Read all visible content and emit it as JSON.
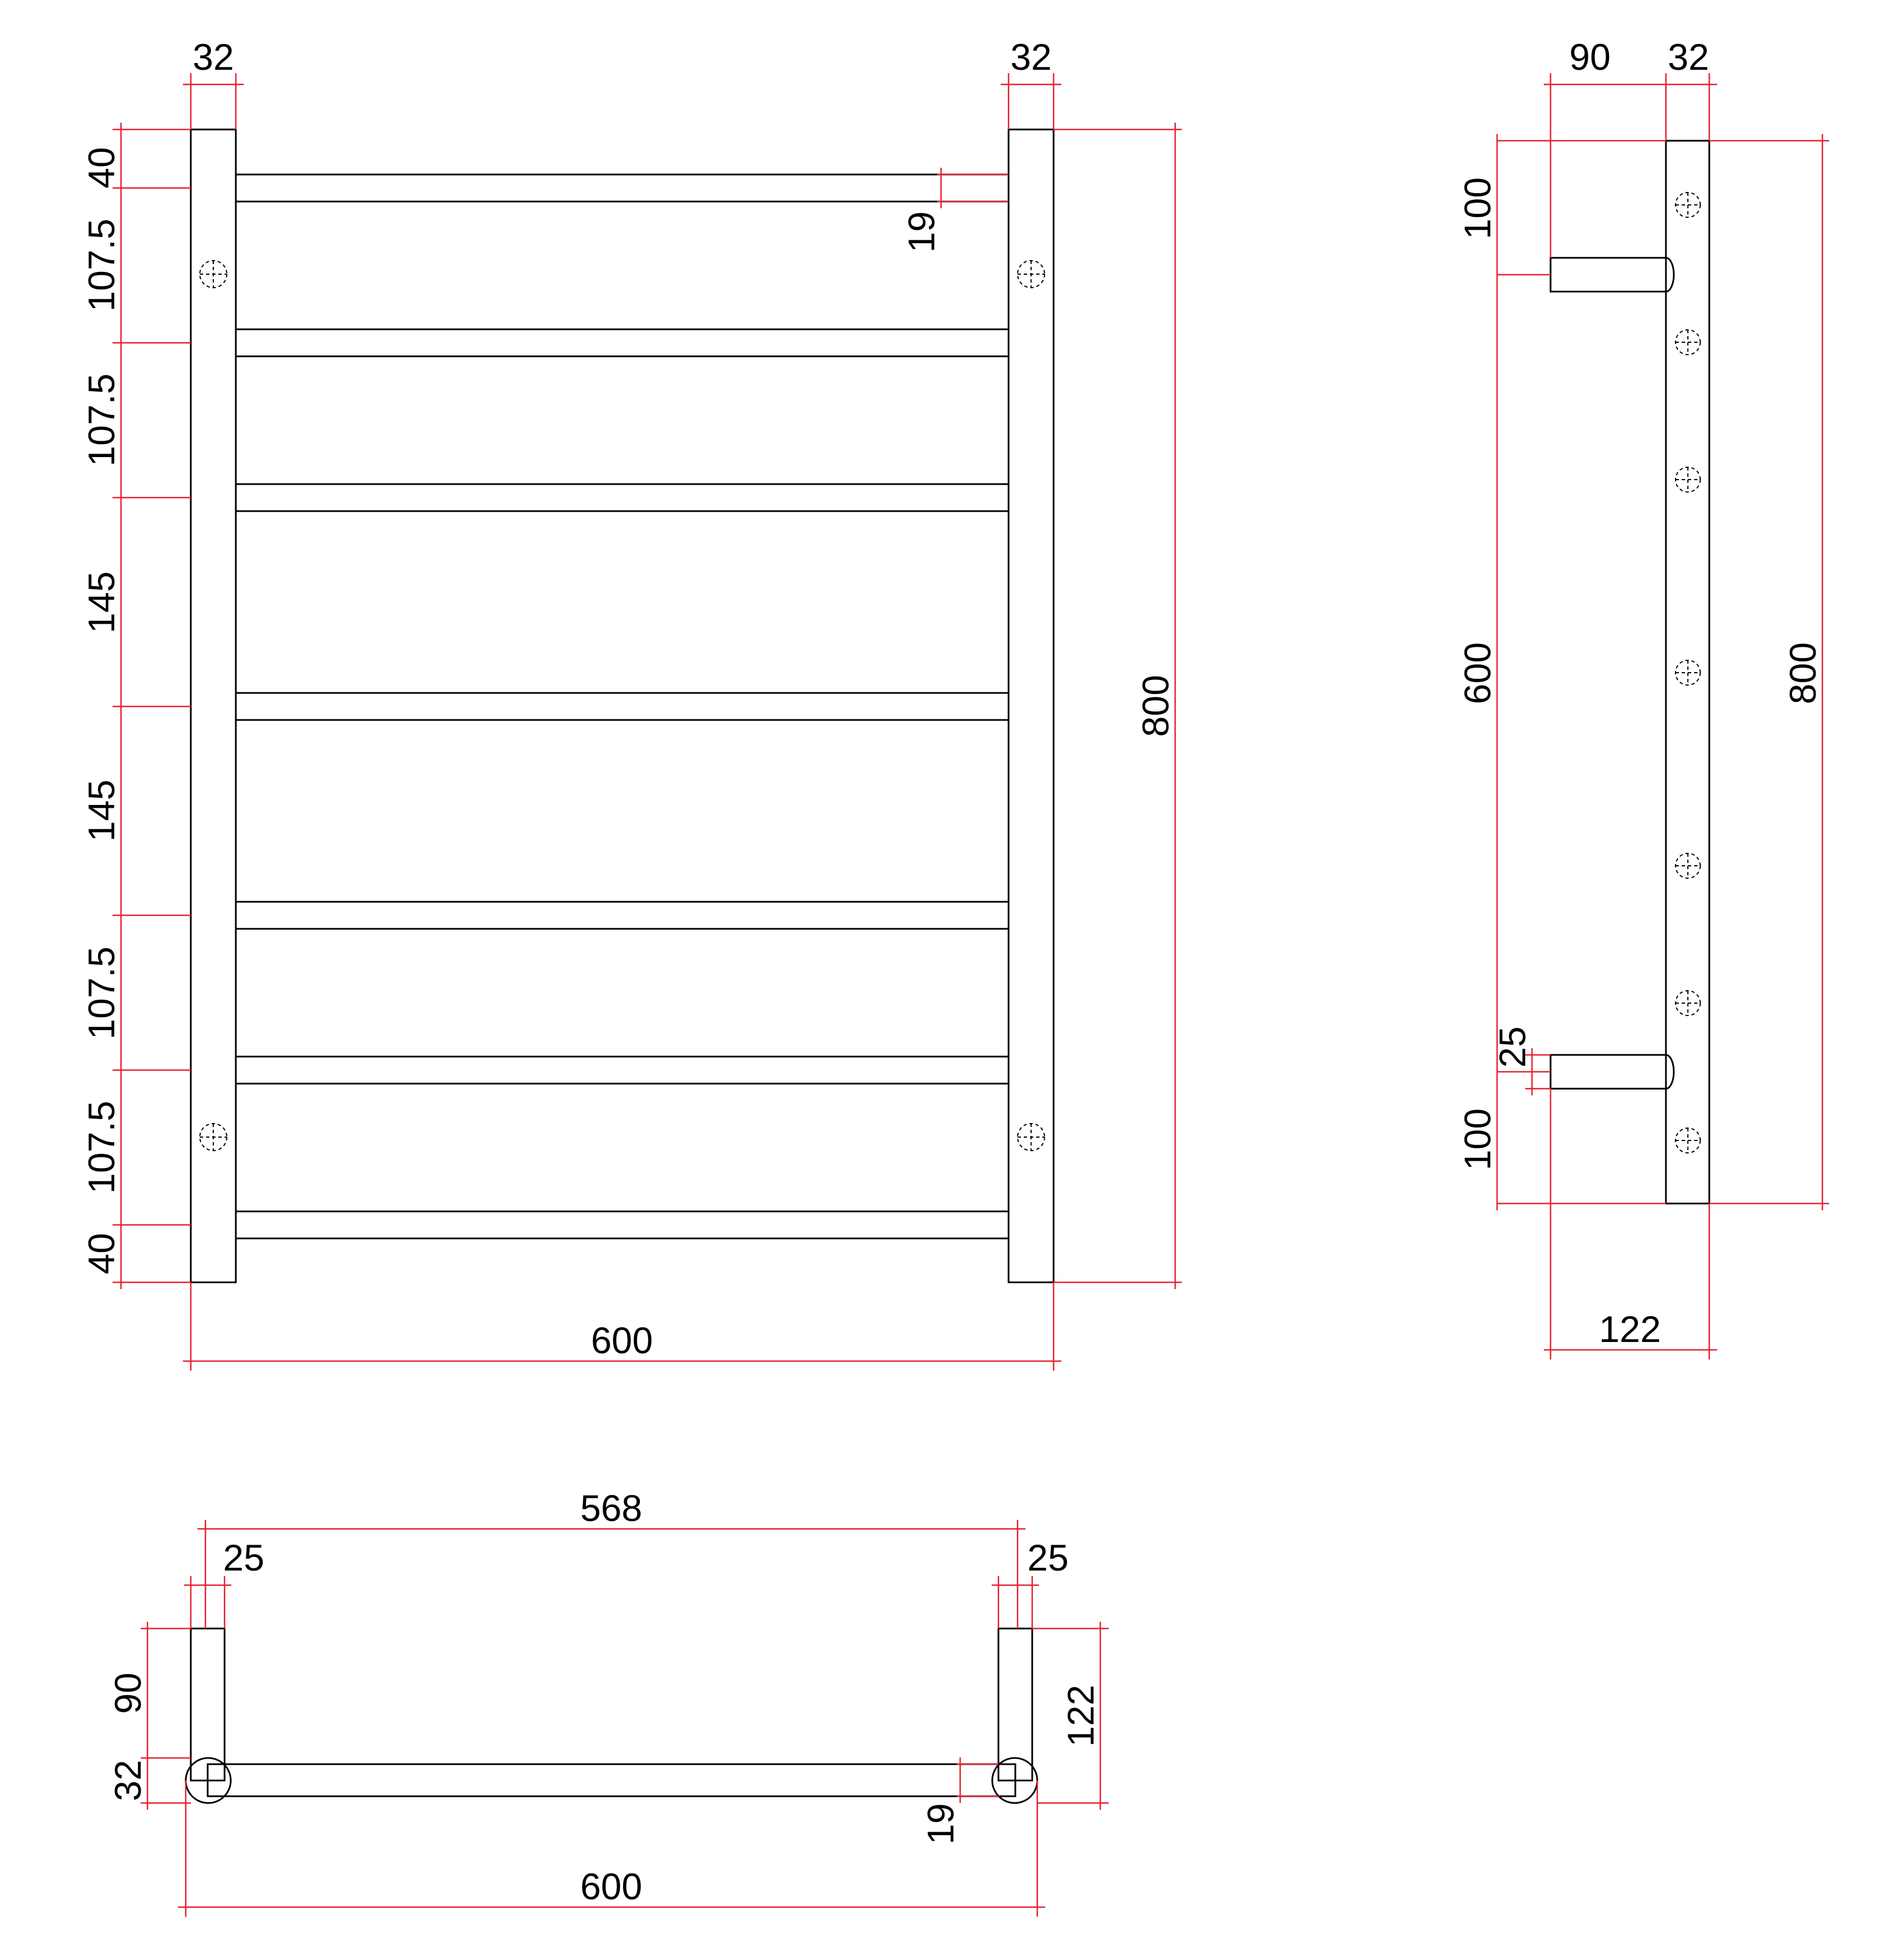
{
  "colors": {
    "outline": "#000000",
    "dimension": "#e8202e",
    "background": "#ffffff"
  },
  "front_view": {
    "post_width_left": "32",
    "post_width_right": "32",
    "top_margin": "40",
    "bar_thickness": "19",
    "spacing_1": "107.5",
    "spacing_2": "107.5",
    "spacing_3": "145",
    "spacing_4": "145",
    "spacing_5": "107.5",
    "spacing_6": "107.5",
    "bottom_margin": "40",
    "total_height": "800",
    "total_width": "600"
  },
  "side_view": {
    "bracket_depth": "90",
    "post_width": "32",
    "top_offset": "100",
    "bracket_spacing": "600",
    "bracket_height": "25",
    "bottom_offset": "100",
    "total_height": "800",
    "total_depth": "122"
  },
  "plan_view": {
    "inner_width": "568",
    "left_post": "25",
    "right_post": "25",
    "bracket_depth": "90",
    "post_depth": "32",
    "bar_thickness": "19",
    "total_depth": "122",
    "total_width": "600"
  }
}
